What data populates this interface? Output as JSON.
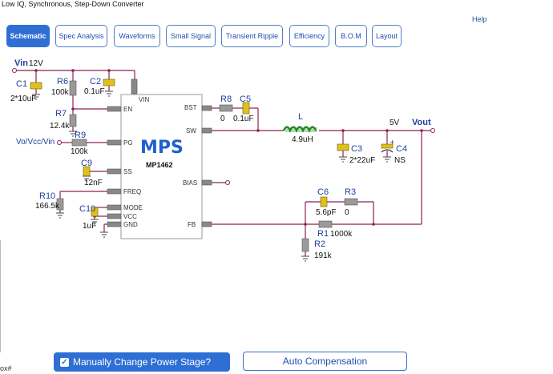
{
  "window": {
    "title": "Low IQ, Synchronous, Step-Down Converter",
    "help": "Help"
  },
  "tabs": [
    {
      "label": "Schematic",
      "active": true
    },
    {
      "label": "Spec Analysis"
    },
    {
      "label": "Waveforms"
    },
    {
      "label": "Small Signal"
    },
    {
      "label": "Transient Ripple"
    },
    {
      "label": "Efficiency"
    },
    {
      "label": "B.O.M"
    },
    {
      "label": "Layout"
    }
  ],
  "schematic": {
    "vin_label": "Vin",
    "vin_value": "12V",
    "vout_label": "Vout",
    "vout_value": "5V",
    "pg_net": "Vo/Vcc/Vin",
    "chip": {
      "logo": "MPS",
      "part": "MP1462",
      "pins_left": [
        "VIN",
        "EN",
        "PG",
        "SS",
        "FREQ",
        "MODE",
        "VCC",
        "GND"
      ],
      "pins_right": [
        "BST",
        "SW",
        "BIAS",
        "FB"
      ]
    },
    "components": {
      "C1": {
        "ref": "C1",
        "value": "2*10uF"
      },
      "R6": {
        "ref": "R6",
        "value": "100k"
      },
      "C2": {
        "ref": "C2",
        "value": "0.1uF"
      },
      "R7": {
        "ref": "R7",
        "value": "12.4k"
      },
      "R9": {
        "ref": "R9",
        "value": "100k"
      },
      "C9": {
        "ref": "C9",
        "value": "12nF"
      },
      "R10": {
        "ref": "R10",
        "value": "166.5k"
      },
      "C10": {
        "ref": "C10",
        "value": "1uF"
      },
      "R8": {
        "ref": "R8",
        "value": "0"
      },
      "C5": {
        "ref": "C5",
        "value": "0.1uF"
      },
      "L": {
        "ref": "L",
        "value": "4.9uH"
      },
      "C3": {
        "ref": "C3",
        "value": "2*22uF"
      },
      "C4": {
        "ref": "C4",
        "value": "NS"
      },
      "C6": {
        "ref": "C6",
        "value": "5.6pF"
      },
      "R3": {
        "ref": "R3",
        "value": "0"
      },
      "R1": {
        "ref": "R1",
        "value": "1000k"
      },
      "R2": {
        "ref": "R2",
        "value": "191k"
      }
    }
  },
  "footer": {
    "manual_checkbox": "Manually Change Power Stage?",
    "auto_button": "Auto Compensation",
    "corner_text": "ox#"
  },
  "colors": {
    "wire": "#8b2252",
    "accent": "#2f6fd4",
    "cap": "#e0c020",
    "inductor": "#1f7a1f"
  }
}
